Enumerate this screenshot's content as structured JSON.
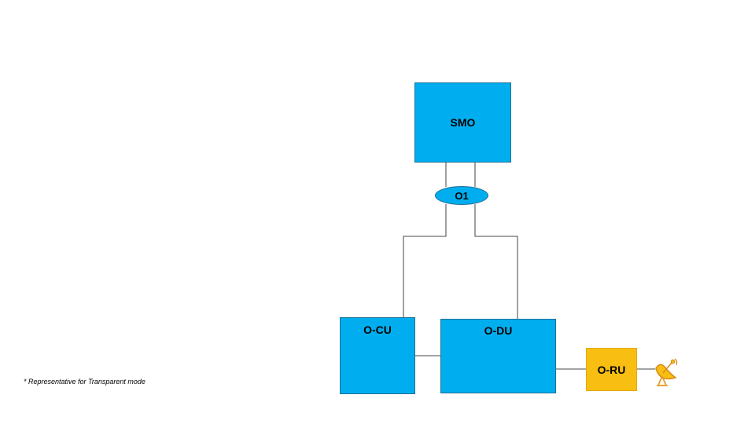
{
  "nodes": {
    "smo": "SMO",
    "o1": "O1",
    "ocu": "O-CU",
    "odu": "O-DU",
    "oru": "O-RU"
  },
  "footnote": "* Representative for Transparent mode",
  "colors": {
    "node_blue": "#00aeef",
    "node_gold": "#f8bf12",
    "connector": "#6e6e6e"
  },
  "icons": {
    "antenna": "satellite-dish-icon"
  }
}
